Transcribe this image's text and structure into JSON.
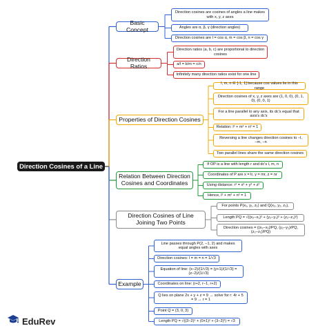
{
  "colors": {
    "root": "#1a1a1a",
    "blue": "#2f5fd0",
    "red": "#d42a2a",
    "orange": "#f0a800",
    "green": "#1f9a3a",
    "gray": "#8a8a8a",
    "logo_blue": "#1c3f95"
  },
  "root": {
    "label": "Direction Cosines of a Line"
  },
  "categories": [
    {
      "id": "basic",
      "label": "Basic Concept",
      "color": "blue",
      "items": [
        "Direction cosines are cosines of angles a line makes with x, y, z axes",
        "Angles are α, β, γ (direction angles)",
        "Direction cosines are l = cos α, m = cos β, n = cos γ"
      ]
    },
    {
      "id": "ratios",
      "label": "Direction Ratios",
      "color": "red",
      "items": [
        "Direction ratios (a, b, c) are proportional to direction cosines",
        "a/l = b/m = c/n",
        "Infinitely many direction ratios exist for one line"
      ]
    },
    {
      "id": "props",
      "label": "Properties of Direction Cosines",
      "color": "orange",
      "items": [
        "l, m, n ∈ [-1, 1] because cos values lie in this range",
        "Direction cosines of x, y, z axes are (1, 0, 0), (0, 1, 0), (0, 0, 1)",
        "For a line parallel to any axis, its dc's equal that axis's dc's",
        "Relation: l² + m² + n² = 1",
        "Reversing a line changes direction cosines to −l, −m, −n",
        "Two parallel lines share the same direction cosines"
      ]
    },
    {
      "id": "relation",
      "label": "Relation Between Direction Cosines and Coordinates",
      "color": "green",
      "items": [
        "If OP is a line with length r and dc's l, m, n",
        "Coordinates of P are x = lr, y = mr, z = nr",
        "Using distance: r² = x² + y² + z²",
        "Hence, l² + m² + n² = 1"
      ]
    },
    {
      "id": "joining",
      "label": "Direction Cosines of Line Joining Two Points",
      "color": "gray",
      "items": [
        "For points P(x₁, y₁, z₁) and Q(x₂, y₂, z₂),",
        "Length PQ = √((x₂−x₁)² + (y₂−y₁)² + (z₂−z₁)²)",
        "Direction cosines = ((x₂−x₁)/PQ, (y₂−y₁)/PQ, (z₂−z₁)/PQ)"
      ]
    },
    {
      "id": "example",
      "label": "Example",
      "color": "blue",
      "items": [
        "Line passes through P(2, −1, 2) and makes equal angles with axes",
        "Direction cosines: l = m = n = 1/√3",
        "Equation of line: (x−2)/(1/√3) = (y+1)/(1/√3) = (z−2)/(1/√3)",
        "Coordinates on line: (r+2, r−1, r+2)",
        "Q lies on plane 2x + y + z = 9 → solve for r: 4r + 5 = 9 → r = 1",
        "Point Q = (3, 0, 3)",
        "Length PQ = √((3−2)² + (0+1)² + (3−2)²) = √3"
      ]
    }
  ],
  "logo": {
    "text": "EduRev",
    "icon": "graduation-cap-icon"
  }
}
